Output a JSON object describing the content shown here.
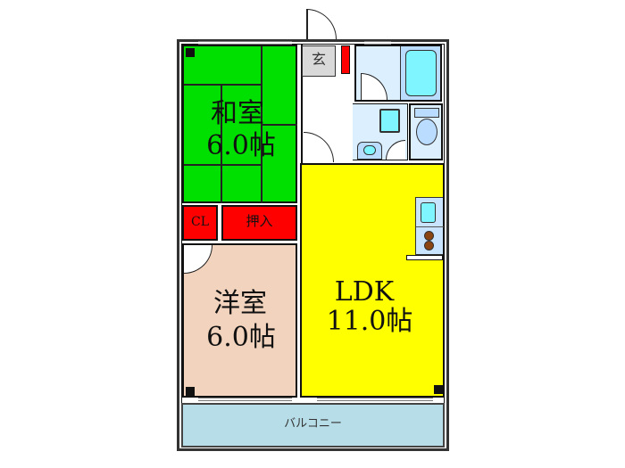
{
  "floorplan": {
    "rooms": {
      "washitsu": {
        "name": "和室",
        "size": "6.0帖",
        "color": "#00e000"
      },
      "closet_cl": {
        "name": "CL",
        "color": "#ff0000"
      },
      "oshiire": {
        "name": "押入",
        "color": "#ff0000"
      },
      "youshitsu": {
        "name": "洋室",
        "size": "6.0帖",
        "color": "#f2d3bd"
      },
      "ldk": {
        "name": "LDK",
        "size": "11.0帖",
        "color": "#ffff00"
      },
      "genkan": {
        "name": "玄",
        "color": "#d9d9d9"
      },
      "balcony": {
        "name": "バルコニー",
        "color": "#b7dde8"
      },
      "bath": {
        "color": "#dcefff",
        "tub_color": "#7ff6ff"
      },
      "washroom": {
        "color": "#dcefff"
      },
      "toilet": {
        "color": "#dcefff"
      }
    },
    "colors": {
      "wall": "#111111",
      "shoe_box": "#ff0000",
      "kitchen_counter": "#c9e4ff",
      "sink": "#7ff6ff",
      "stove": "#8b4513"
    }
  }
}
